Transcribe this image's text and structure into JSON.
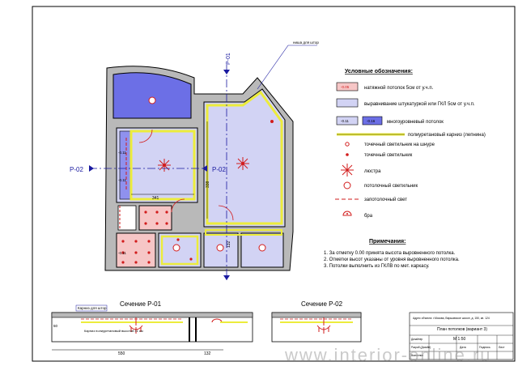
{
  "section_label_top": "P-01",
  "section_label_left": "P-02",
  "section_label_right": "P-02",
  "niche_label": "ниша для штор",
  "legend": {
    "title": "Условные обозначения:",
    "items": [
      {
        "sample": "-0.05",
        "label": "натяжной потолок 5см от у.ч.п."
      },
      {
        "sample": "",
        "label": "выравнивание штукатуркой или ГКЛ 5см от у.ч.п."
      },
      {
        "sample": "-0.11",
        "sample2": "-0.16",
        "label": "многоуровневый потолок"
      },
      {
        "sample": "",
        "label": "полиуретановый карниз (лепнина)"
      },
      {
        "sample": "",
        "label": "точечный светильник на шнуре"
      },
      {
        "sample": "",
        "label": "точечный светильник"
      },
      {
        "sample": "",
        "label": "люстра"
      },
      {
        "sample": "",
        "label": "потолочный светильник"
      },
      {
        "sample": "",
        "label": "запотолочный свет"
      },
      {
        "sample": "",
        "label": "бра"
      }
    ]
  },
  "notes": {
    "title": "Примечания:",
    "lines": [
      "1. За отметку 0.00 принята высота выровненного потолка.",
      "2. Отметки высот указаны от уровня выровненного потолка.",
      "3. Потолки выполнить из ГКЛВ по мет. каркасу."
    ]
  },
  "plan_labels": {
    "lvl1": "-0.11",
    "lvl2": "-0.11",
    "lvl3": "-0.11",
    "dim_341": "341",
    "dim_132": "132",
    "dim_338": "338"
  },
  "section1": {
    "title": "Сечение Р-01",
    "note_top": "Карниз для штор",
    "note_mid": "Карниз полиуретановый высотой 11 см",
    "dim_a": "550",
    "dim_b": "132",
    "dim_c": "50"
  },
  "section2": {
    "title": "Сечение Р-02"
  },
  "title_block": {
    "address": "Адрес объекта: г.Москва, Варшавское шоссе, д. 150, кв. 124",
    "sheet_title": "План потолков (вариант 3)",
    "scale": "М 1:50",
    "col1": "Дата",
    "col2": "Подпись",
    "col3": "Лист",
    "rows": [
      "Дизайнер",
      "Разраб.(Дизайн)",
      "Выполнил"
    ]
  },
  "watermark": "www.interior-online.ru",
  "colors": {
    "blue_area": "#d2d3f4",
    "dark_blue": "#6c6fe6",
    "pink": "#f6c6c6",
    "yellow": "#ecec3c",
    "red": "#d21c1c"
  }
}
